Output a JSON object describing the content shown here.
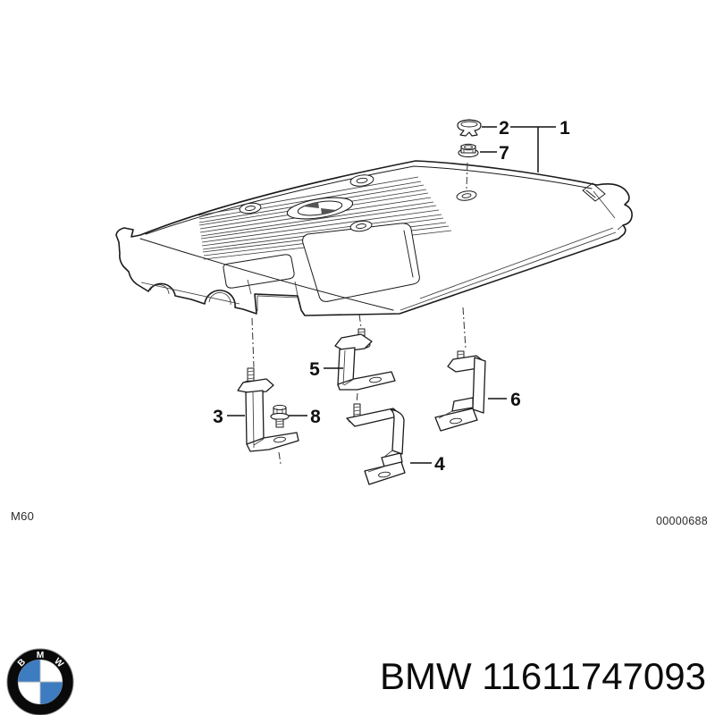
{
  "diagram": {
    "callouts": {
      "cover": "1",
      "cap": "2",
      "bracket_left": "3",
      "bracket_front": "4",
      "bracket_center": "5",
      "bracket_right": "6",
      "nut": "7",
      "bolt": "8"
    },
    "footer": {
      "engine_code": "M60",
      "image_number": "00000688"
    }
  },
  "branding": {
    "part_text": "BMW 11611747093",
    "logo_letters": [
      "B",
      "M",
      "W"
    ],
    "colors": {
      "roundel_blue": "#3d7cc0",
      "line_art": "#1b1b1b",
      "background": "#ffffff"
    }
  }
}
